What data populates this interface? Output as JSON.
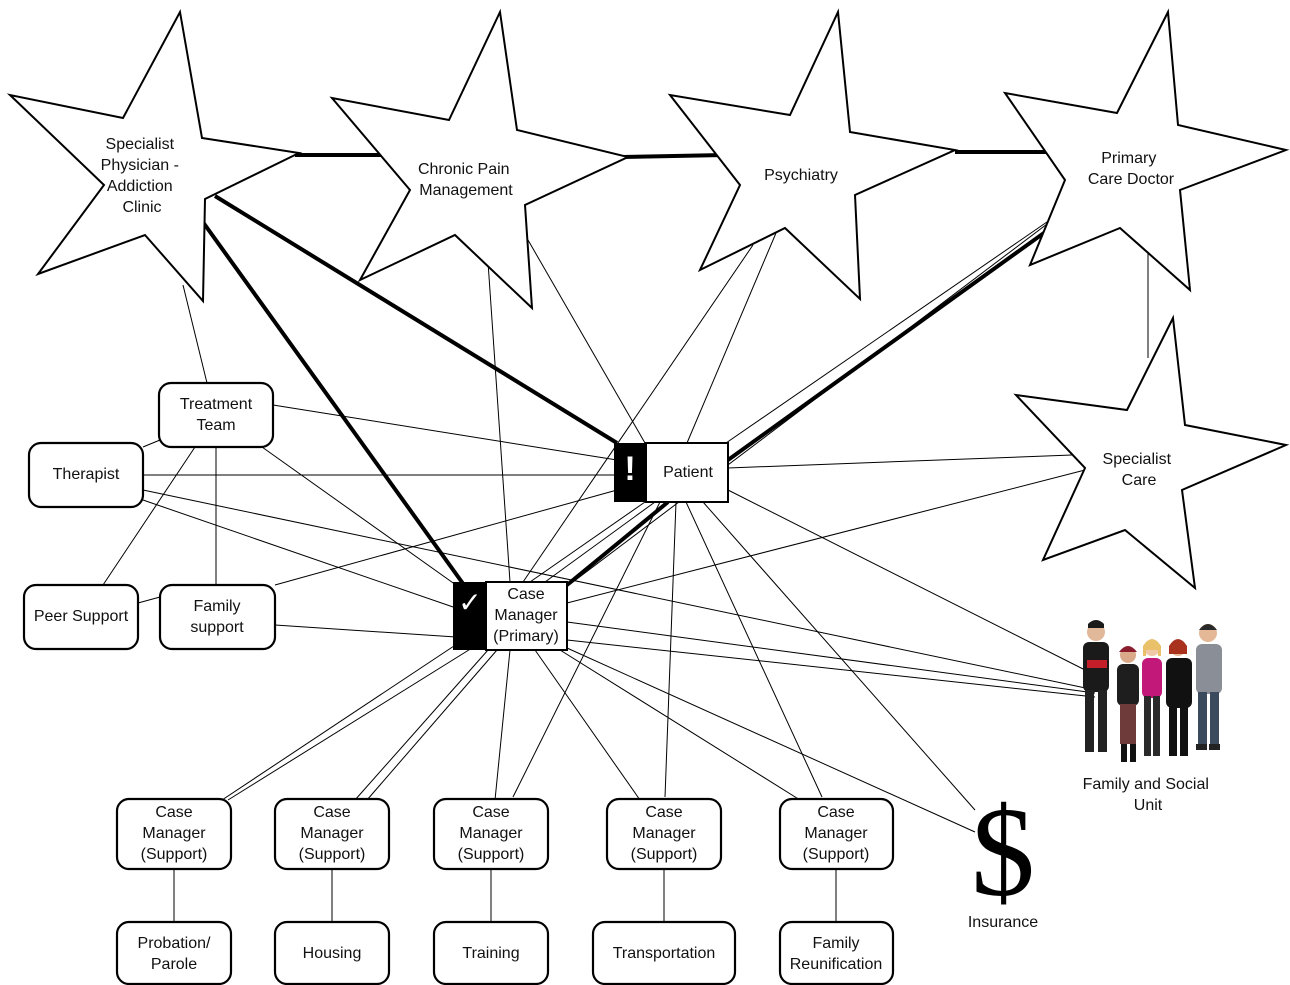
{
  "stars": [
    {
      "id": "addiction",
      "label": [
        "Specialist",
        "Physician -",
        "Addiction",
        "Clinic"
      ]
    },
    {
      "id": "pain",
      "label": [
        "Chronic Pain",
        "Management"
      ]
    },
    {
      "id": "psych",
      "label": [
        "Psychiatry"
      ]
    },
    {
      "id": "pcp",
      "label": [
        "Primary",
        "Care Doctor"
      ]
    },
    {
      "id": "specialist",
      "label": [
        "Specialist",
        "Care"
      ]
    }
  ],
  "boxes": {
    "treatment_team": [
      "Treatment",
      "Team"
    ],
    "therapist": [
      "Therapist"
    ],
    "peer_support": [
      "Peer Support"
    ],
    "family_support": [
      "Family",
      "support"
    ],
    "patient": [
      "Patient"
    ],
    "case_manager_primary": [
      "Case",
      "Manager",
      "(Primary)"
    ],
    "support_1": [
      "Case",
      "Manager",
      "(Support)"
    ],
    "support_2": [
      "Case",
      "Manager",
      "(Support)"
    ],
    "support_3": [
      "Case",
      "Manager",
      "(Support)"
    ],
    "support_4": [
      "Case",
      "Manager",
      "(Support)"
    ],
    "support_5": [
      "Case",
      "Manager",
      "(Support)"
    ],
    "probation": [
      "Probation/",
      "Parole"
    ],
    "housing": [
      "Housing"
    ],
    "training": [
      "Training"
    ],
    "transportation": [
      "Transportation"
    ],
    "family_reunification": [
      "Family",
      "Reunification"
    ]
  },
  "family_unit": {
    "label": [
      "Family and Social",
      "Unit"
    ],
    "icon": "people-group-icon"
  },
  "insurance": {
    "symbol": "$",
    "label": "Insurance",
    "icon": "dollar-icon"
  },
  "patient_marker": {
    "symbol": "!",
    "icon": "exclamation-icon"
  },
  "case_manager_marker": {
    "symbol": "✓",
    "icon": "checkmark-icon"
  }
}
